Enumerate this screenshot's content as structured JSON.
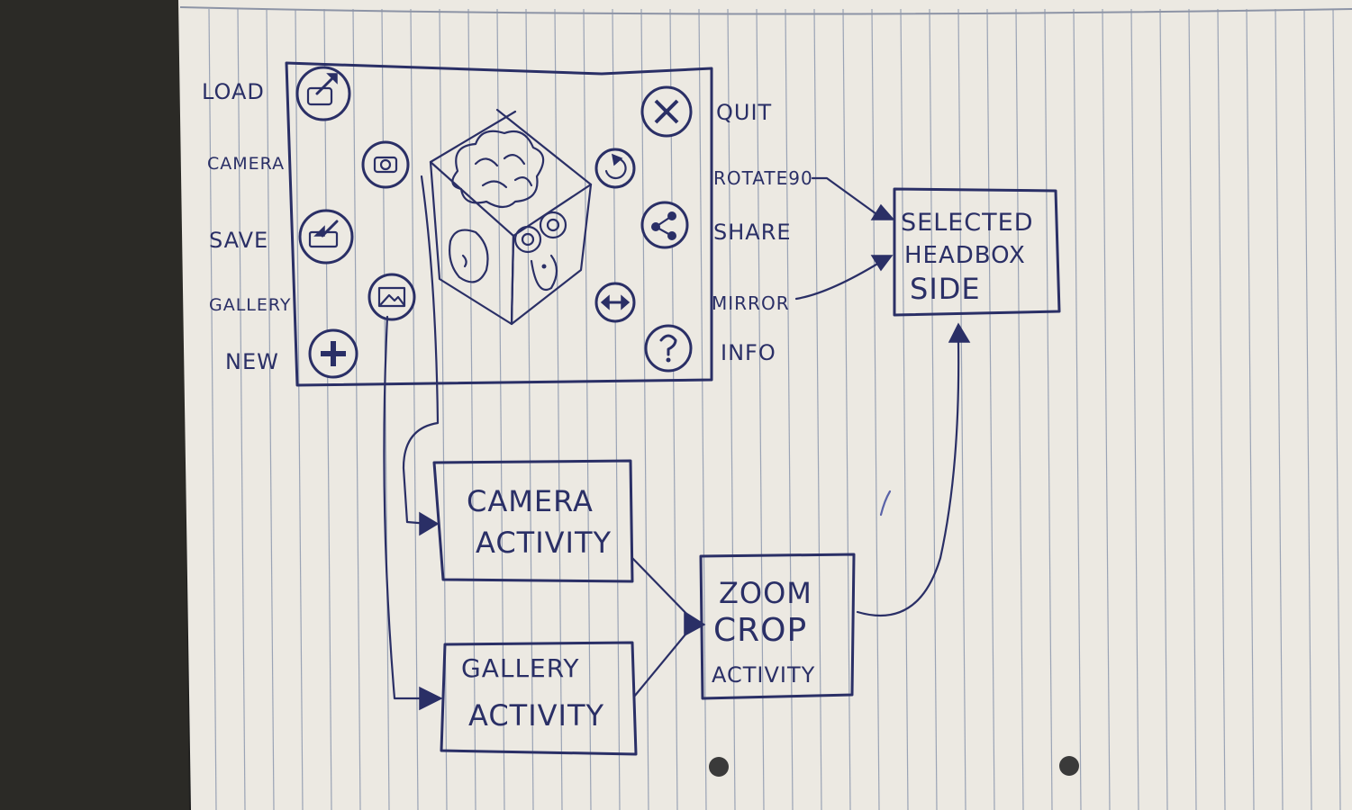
{
  "mockup": {
    "left_labels": [
      "LOAD",
      "CAMERA",
      "SAVE",
      "GALLERY",
      "NEW"
    ],
    "right_labels": [
      "QUIT",
      "ROTATE90",
      "SHARE",
      "MIRROR",
      "INFO"
    ],
    "icons": [
      "load-icon",
      "camera-icon",
      "save-icon",
      "gallery-icon",
      "new-icon",
      "quit-icon",
      "rotate-icon",
      "share-icon",
      "mirror-icon",
      "info-icon"
    ]
  },
  "boxes": {
    "selected_side": [
      "SELECTED",
      "HEADBOX",
      "SIDE"
    ],
    "camera_activity": [
      "CAMERA",
      "ACTIVITY"
    ],
    "gallery_activity": [
      "GALLERY",
      "ACTIVITY"
    ],
    "zoom_crop_activity": [
      "ZOOM",
      "CROP",
      "ACTIVITY"
    ]
  },
  "colors": {
    "ink": "#2a2f66",
    "paper": "#ece9e2",
    "rule": "#9aa3b5",
    "background": "#1f1f1e"
  }
}
